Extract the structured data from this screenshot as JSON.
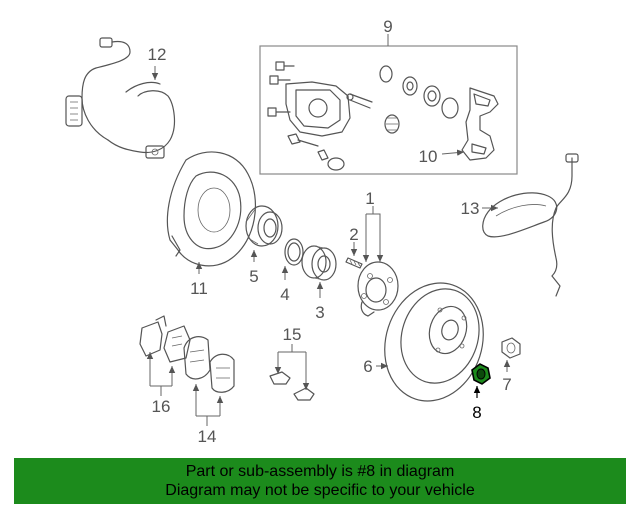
{
  "diagram": {
    "callouts": {
      "c1": "1",
      "c2": "2",
      "c3": "3",
      "c4": "4",
      "c5": "5",
      "c6": "6",
      "c7": "7",
      "c8": "8",
      "c9": "9",
      "c10": "10",
      "c11": "11",
      "c12": "12",
      "c13": "13",
      "c14": "14",
      "c15": "15",
      "c16": "16"
    },
    "selected_part": "8",
    "highlight_color": "#1c8b1c"
  },
  "banner": {
    "line1": "Part or sub-assembly is #8 in diagram",
    "line2": "Diagram may not be specific to your vehicle"
  }
}
